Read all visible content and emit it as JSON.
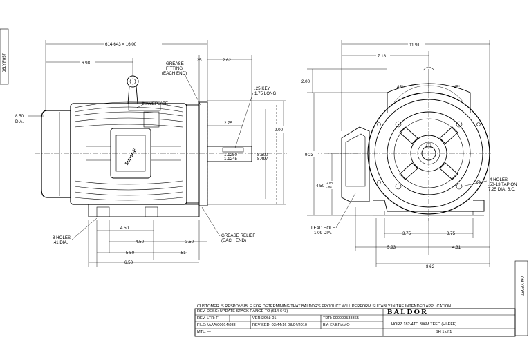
{
  "drawing_id": "06LYF057",
  "side_view": {
    "overall_length": "614-643 = 16.00",
    "dim_6_98": "6.98",
    "dim_25": ".25",
    "dim_2_62": "2.62",
    "grease_fitting": [
      "GREASE",
      "FITTING",
      "(EACH END)"
    ],
    "nameplate": "NAMEPLATE",
    "dia_8_50": [
      "8.50",
      "DIA."
    ],
    "key": [
      ".25 KEY",
      "1.75 LONG"
    ],
    "dim_2_75": "2.75",
    "dim_9_00": "9.00",
    "shaft_a": [
      "1.1250",
      "1.1245"
    ],
    "shaft_b": [
      "8.500",
      "8.497"
    ],
    "holes": [
      "8 HOLES",
      ".41 DIA."
    ],
    "dim_4_50a": "4.50",
    "dim_4_50b": "4.50",
    "dim_3_50": "3.50",
    "grease_relief": [
      "GREASE RELIEF",
      "(EACH END)"
    ],
    "dim_5_50": "5.50",
    "dim_51": ".51",
    "dim_6_50": "6.50",
    "brand_plate": "Super-E"
  },
  "end_view": {
    "dim_11_91": "11.91",
    "dim_7_18": "7.18",
    "dim_2_00": "2.00",
    "angle_left": "45°",
    "angle_right": "45°",
    "dim_9_23": "9.23",
    "dim_4_50": "4.50",
    "tol_4_50": [
      "+.00",
      "-.06"
    ],
    "tap": [
      "4 HOLES",
      ".50-13 TAP ON",
      "7.25 DIA. B.C."
    ],
    "lead_hole": [
      "LEAD HOLE",
      "1.09 DIA."
    ],
    "dim_3_75a": "3.75",
    "dim_3_75b": "3.75",
    "dim_5_93": "5.93",
    "dim_4_31": "4.31",
    "dim_8_62": "8.62"
  },
  "title_block": {
    "disclaimer": "CUSTOMER IS RESPONSIBLE FOR DETERMINING THAT BALDOR'S PRODUCT WILL PERFORM SUITABLY IN THE INTENDED APPLICATION.",
    "rev_desc": "REV. DESC: UPDATE STACK RANGE TO (614-643)",
    "rev_ltr": "REV. LTR: F",
    "version": "VERSION: 01",
    "tdr": "TDR: 000000538365",
    "file": "FILE: \\AAA\\00014\\088",
    "revised": "REVISED: 03:44:16 08/04/2010",
    "by": "BY: ENBRAMO",
    "mtl": "MTL: —",
    "logo": "BALDOR",
    "description": "HORZ 182-4TC 306M TEFC (HI-EFF)",
    "sheet": "SH 1 of 1"
  }
}
